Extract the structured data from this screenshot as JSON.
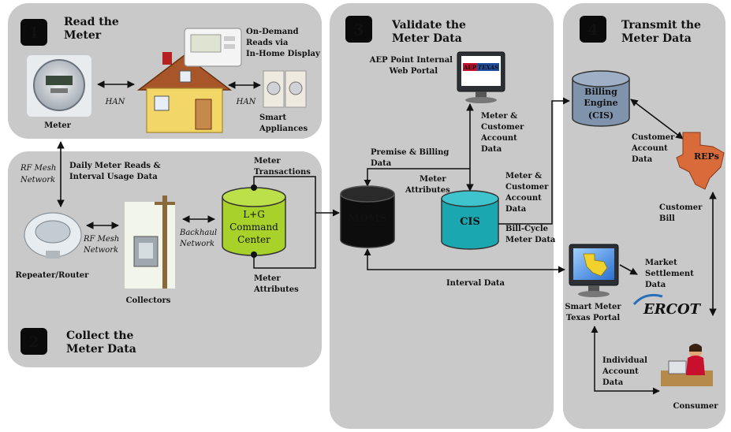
{
  "panels": {
    "p1": {
      "num": "1",
      "title_l1": "Read the",
      "title_l2": "Meter"
    },
    "p2": {
      "num": "2",
      "title_l1": "Collect the",
      "title_l2": "Meter Data"
    },
    "p3": {
      "num": "3",
      "title_l1": "Validate the",
      "title_l2": "Meter Data"
    },
    "p4": {
      "num": "4",
      "title_l1": "Transmit the",
      "title_l2": "Meter Data"
    }
  },
  "labels": {
    "meter": "Meter",
    "han1": "HAN",
    "han2": "HAN",
    "ondemand_l1": "On-Demand",
    "ondemand_l2": "Reads via",
    "ondemand_l3": "In-Home Display",
    "smart_l1": "Smart",
    "smart_l2": "Appliances",
    "rfmesh_l1": "RF Mesh",
    "rfmesh_l2": "Network",
    "daily_l1": "Daily Meter Reads &",
    "daily_l2": "Interval Usage Data",
    "rfmesh2_l1": "RF Mesh",
    "rfmesh2_l2": "Network",
    "repeater": "Repeater/Router",
    "collectors": "Collectors",
    "backhaul_l1": "Backhaul",
    "backhaul_l2": "Network",
    "lg_l1": "L+G",
    "lg_l2": "Command",
    "lg_l3": "Center",
    "meter_tx_l1": "Meter",
    "meter_tx_l2": "Transactions",
    "meter_attr_l1": "Meter",
    "meter_attr_l2": "Attributes",
    "aep_l1": "AEP Point Internal",
    "aep_l2": "Web Portal",
    "aep_logo_l1": "AEP",
    "aep_logo_l2": "TEXAS",
    "mc_l1": "Meter &",
    "mc_l2": "Customer",
    "mc_l3": "Account",
    "mc_l4": "Data",
    "premise_l1": "Premise & Billing",
    "premise_l2": "Data",
    "mattr_l1": "Meter",
    "mattr_l2": "Attributes",
    "mdms": "MDMS",
    "cis": "CIS",
    "mc2_l1": "Meter &",
    "mc2_l2": "Customer",
    "mc2_l3": "Account",
    "mc2_l4": "Data",
    "billcycle_l1": "Bill-Cycle",
    "billcycle_l2": "Meter Data",
    "interval": "Interval  Data",
    "billing_l1": "Billing",
    "billing_l2": "Engine",
    "billing_l3": "(CIS)",
    "custacct_l1": "Customer",
    "custacct_l2": "Account",
    "custacct_l3": "Data",
    "reps": "REPs",
    "custbill_l1": "Customer",
    "custbill_l2": "Bill",
    "market_l1": "Market",
    "market_l2": "Settlement",
    "market_l3": "Data",
    "smt_l1": "Smart Meter",
    "smt_l2": "Texas Portal",
    "ercot": "ERCOT",
    "indiv_l1": "Individual",
    "indiv_l2": "Account",
    "indiv_l3": "Data",
    "consumer": "Consumer"
  },
  "colors": {
    "panel": "#c9c9c9",
    "badge": "#0a0a0a",
    "lg_cyl": "#a8d12a",
    "mdms_cyl": "#0d0d0d",
    "cis_cyl": "#1aa7b0",
    "billing_cyl": "#7f93ad",
    "reps": "#d96a3a",
    "ercot": "#2a6fb8"
  }
}
